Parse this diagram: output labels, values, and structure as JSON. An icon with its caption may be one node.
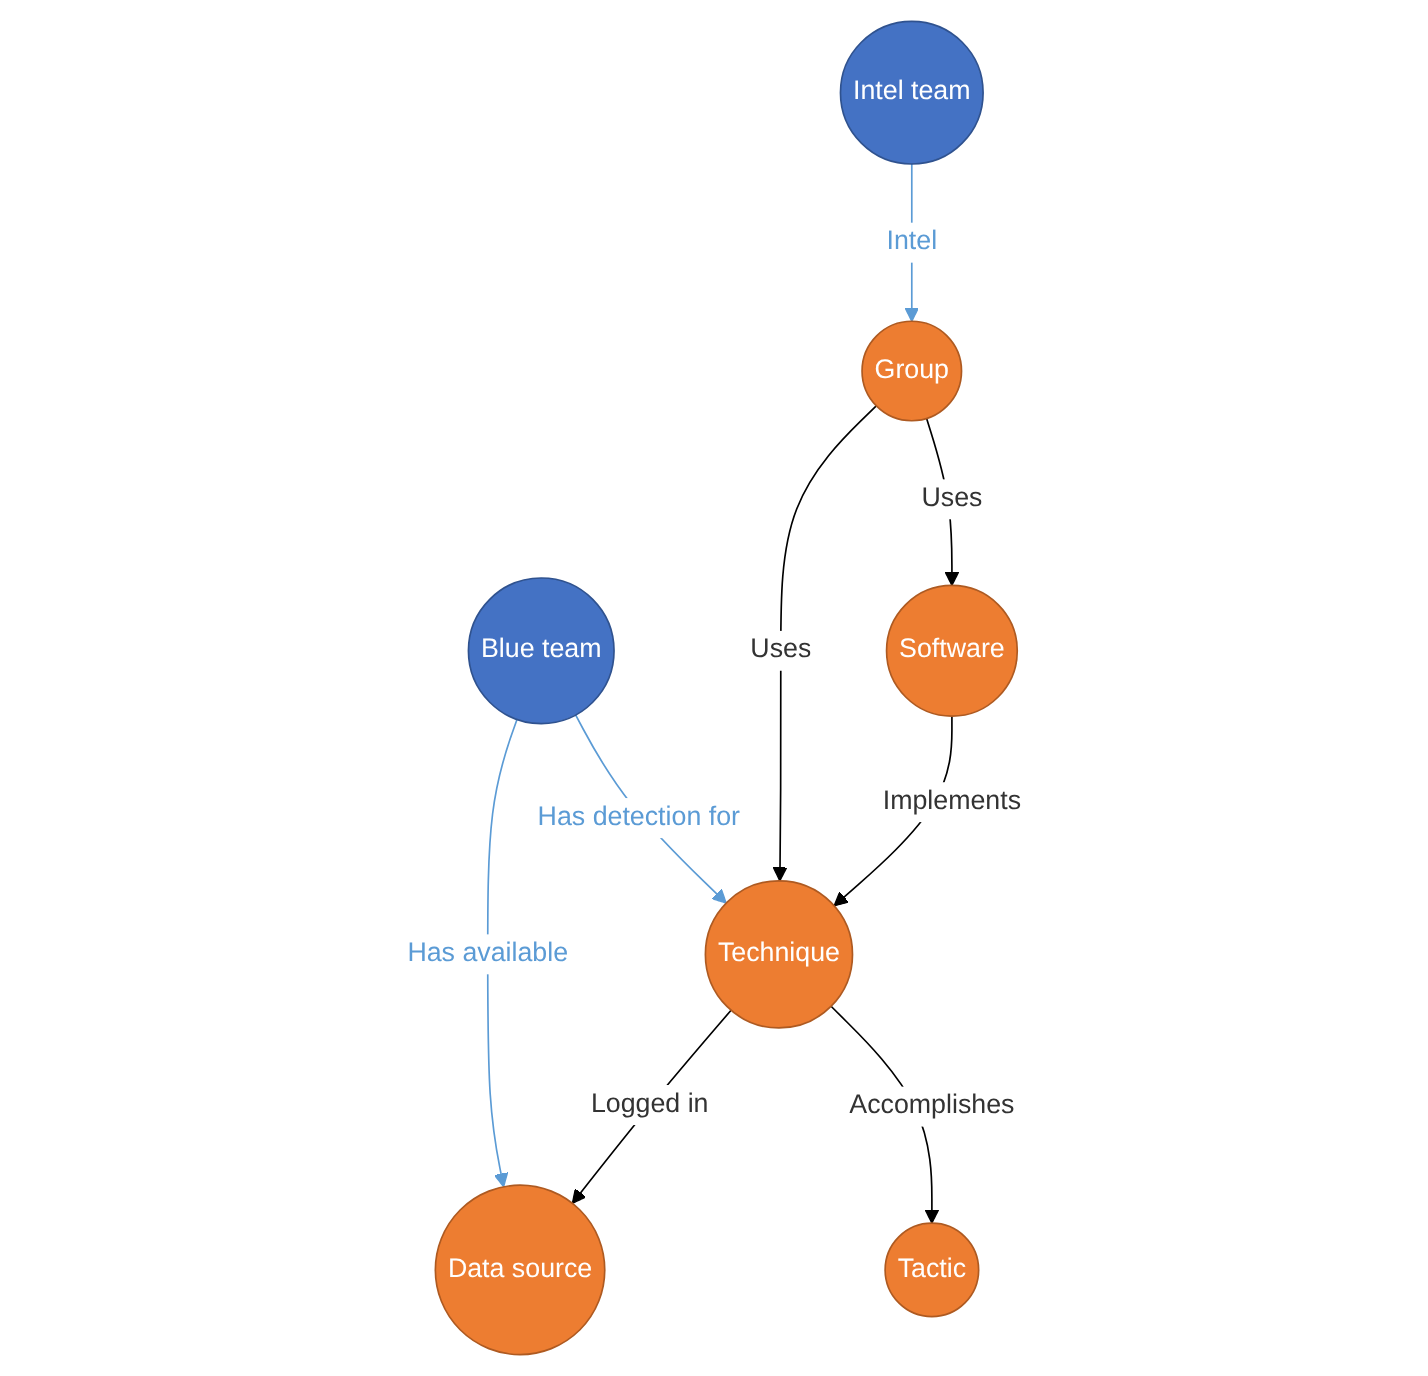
{
  "diagram": {
    "nodes": [
      {
        "text": [
          "Intel team"
        ]
      },
      {
        "text": [
          "Blue team"
        ]
      },
      {
        "text": [
          "Group"
        ]
      },
      {
        "text": [
          "Technique"
        ]
      },
      {
        "text": [
          "Data source"
        ]
      },
      {
        "text": [
          "Software"
        ]
      },
      {
        "text": [
          "Tactic"
        ]
      }
    ],
    "edges": [
      {
        "from": 0,
        "to": 2,
        "arrow": "to",
        "label": "Intel",
        "color": "#5b9bd5"
      },
      {
        "from": 1,
        "to": 3,
        "arrow": "to",
        "label": "Has detection for",
        "color": "#5b9bd5"
      },
      {
        "from": 1,
        "to": 4,
        "arrow": "to",
        "label": "Has available",
        "color": "#5b9bd5"
      },
      {
        "from": 2,
        "to": 3,
        "arrow": "to",
        "label": "Uses"
      },
      {
        "from": 3,
        "to": 4,
        "arrow": "to",
        "label": "Logged in"
      },
      {
        "from": 2,
        "to": 5,
        "arrow": "to",
        "label": "Uses"
      },
      {
        "from": 5,
        "to": 3,
        "arrow": "to",
        "label": "Implements"
      },
      {
        "from": 3,
        "to": 6,
        "arrow": "to",
        "label": "Accomplishes"
      }
    ]
  }
}
